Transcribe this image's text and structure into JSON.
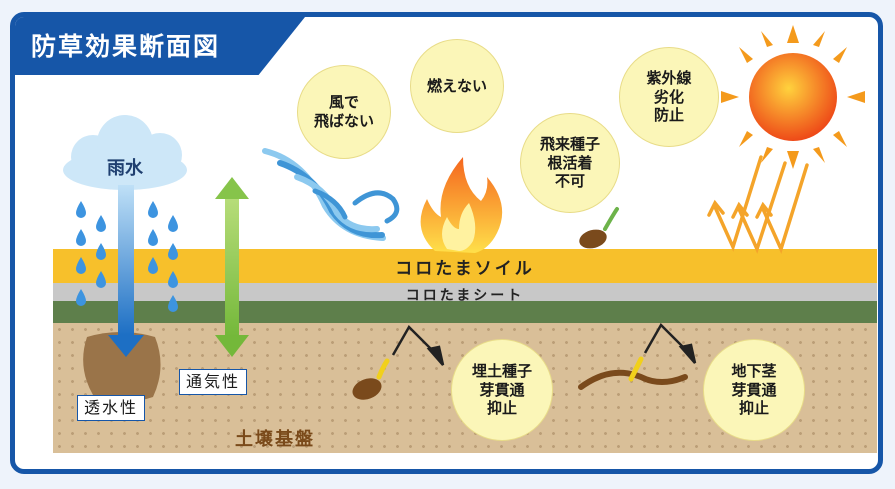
{
  "title": "防草効果断面図",
  "layers": {
    "top_soil": "コロたまソイル",
    "sheet": "コロたまシート",
    "ground": "土壌基盤"
  },
  "rain": {
    "label": "雨水"
  },
  "tags": {
    "permeability": "透水性",
    "ventilation": "通気性"
  },
  "bubbles": {
    "wind": "風で\n飛ばない",
    "fire": "燃えない",
    "seeds": "飛来種子\n根活着\n不可",
    "uv": "紫外線\n劣化\n防止",
    "buried_seeds": "埋土種子\n芽貫通\n抑止",
    "rhizome": "地下茎\n芽貫通\n抑止"
  },
  "colors": {
    "frame": "#1656a8",
    "top_soil": "#f7c02b",
    "sheet": "#c8c8c8",
    "green_layer": "#5e7f4b",
    "ground": "#d9bf98",
    "bubble": "#fbf6b8"
  }
}
